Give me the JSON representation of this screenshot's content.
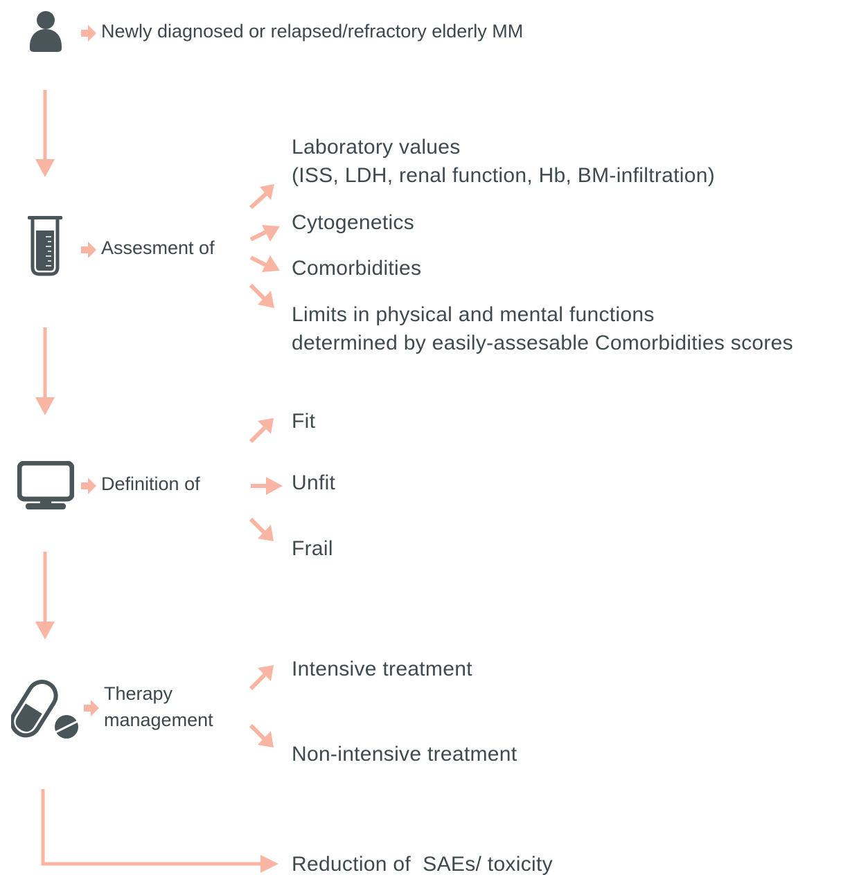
{
  "colors": {
    "accent": "#f8b5a4",
    "icon": "#4a5559",
    "text": "#3f4a4e"
  },
  "steps": [
    {
      "icon": "person-icon",
      "label": "Newly diagnosed or relapsed/refractory elderly MM",
      "outcomes": []
    },
    {
      "icon": "test-tube-icon",
      "label": "Assesment of",
      "outcomes": [
        {
          "line1": "Laboratory values",
          "line2": "(ISS, LDH, renal function, Hb, BM-infiltration)"
        },
        {
          "line1": "Cytogenetics"
        },
        {
          "line1": "Comorbidities"
        },
        {
          "line1": "Limits in physical and mental functions",
          "line2": "determined by easily-assesable Comorbidities scores"
        }
      ]
    },
    {
      "icon": "monitor-icon",
      "label": "Definition of",
      "outcomes": [
        {
          "line1": "Fit"
        },
        {
          "line1": "Unfit"
        },
        {
          "line1": "Frail"
        }
      ]
    },
    {
      "icon": "pills-icon",
      "label_line1": "Therapy",
      "label_line2": "management",
      "outcomes": [
        {
          "line1": "Intensive treatment"
        },
        {
          "line1": "Non-intensive treatment"
        }
      ]
    }
  ],
  "final": {
    "label": "Reduction of  SAEs/ toxicity"
  }
}
